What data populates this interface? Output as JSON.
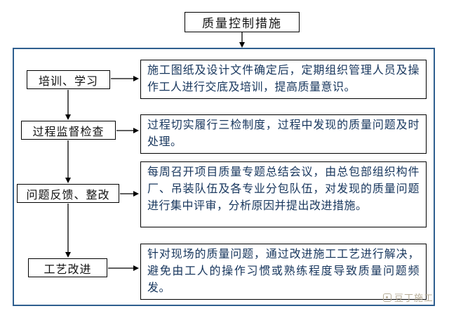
{
  "title": "质量控制措施",
  "rows": [
    {
      "label": "培训、学习",
      "desc": "施工图纸及设计文件确定后，定期组织管理人员及操作工人进行交底及培训，提高质量意识。"
    },
    {
      "label": "过程监督检查",
      "desc": "过程切实履行三检制度，过程中发现的质量问题及时处理。"
    },
    {
      "label": "问题反馈、整改",
      "desc": "每周召开项目质量专题总结会议，由总包部组织构件厂、吊装队伍及各专业分包队伍，对发现的质量问题进行集中评审，分析原因并提出改进措施。"
    },
    {
      "label": "工艺改进",
      "desc": "针对现场的质量问题，通过改进施工工艺进行解决，避免由工人的操作习惯或熟练程度导致质量问题频发。"
    }
  ],
  "watermark": "豆丁施工",
  "colors": {
    "outer_border": "#2f5f8f",
    "box_border": "#000000",
    "desc_text": "#17365d",
    "label_text": "#111111",
    "watermark": "#b7ad97"
  }
}
